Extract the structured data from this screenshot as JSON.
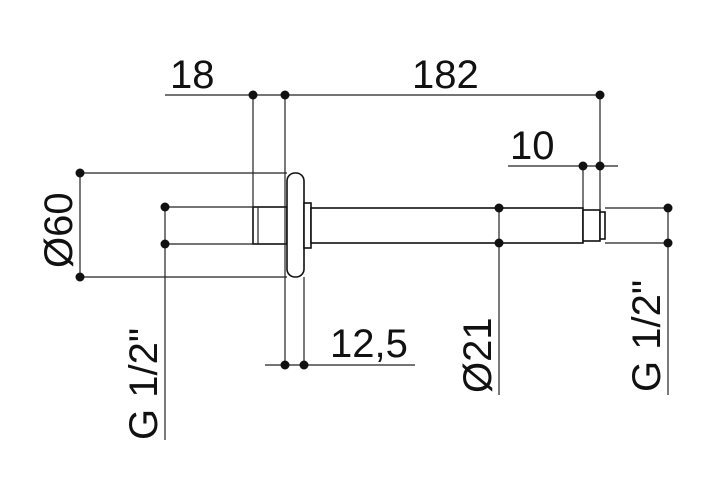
{
  "dimensions": {
    "collar_length": "18",
    "arm_length": "182",
    "tip_length": "10",
    "flange_thickness": "12,5",
    "flange_diameter": "Ø60",
    "pipe_diameter": "Ø21",
    "thread_left": "G 1/2\"",
    "thread_right": "G 1/2\""
  },
  "colors": {
    "line": "#222222",
    "text": "#111111",
    "background": "#ffffff"
  }
}
